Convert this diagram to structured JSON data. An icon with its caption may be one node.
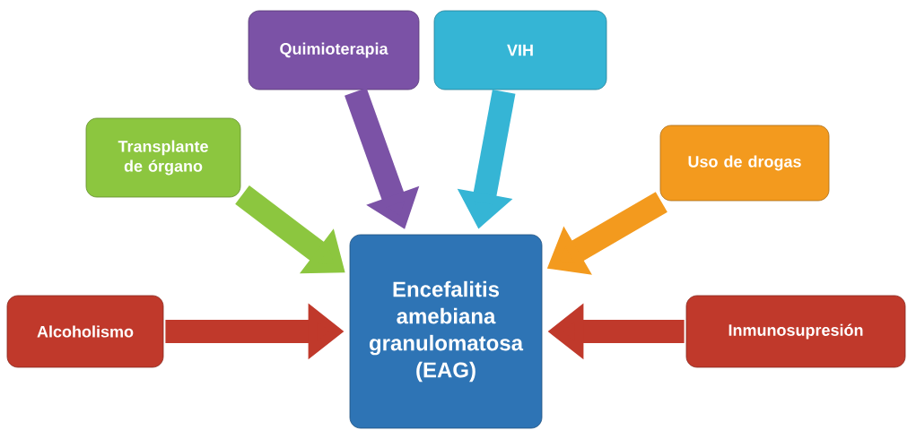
{
  "diagram": {
    "nodes": [
      {
        "text": [
          "Encefalitis amebiana granulomatosa (EAG)"
        ]
      },
      {
        "text": [
          "Quimioterapia"
        ]
      },
      {
        "text": [
          "VIH"
        ]
      },
      {
        "text": [
          "Transplante de órgano"
        ]
      },
      {
        "text": [
          "Uso de drogas"
        ]
      },
      {
        "text": [
          "Alcoholismo"
        ]
      },
      {
        "text": [
          "Inmunosupresión"
        ]
      }
    ],
    "edges": [
      {
        "from": 3,
        "to": 0,
        "arrow": "to",
        "color": "#8cc63f"
      },
      {
        "from": 1,
        "to": 0,
        "arrow": "to",
        "color": "#7b52a6"
      },
      {
        "from": 2,
        "to": 0,
        "arrow": "to",
        "color": "#35b5d5"
      },
      {
        "from": 4,
        "to": 0,
        "arrow": "to",
        "color": "#f39a1e"
      },
      {
        "from": 5,
        "to": 0,
        "arrow": "to",
        "color": "#c0392b"
      },
      {
        "from": 6,
        "to": 0,
        "arrow": "to",
        "color": "#c0392b"
      }
    ]
  }
}
